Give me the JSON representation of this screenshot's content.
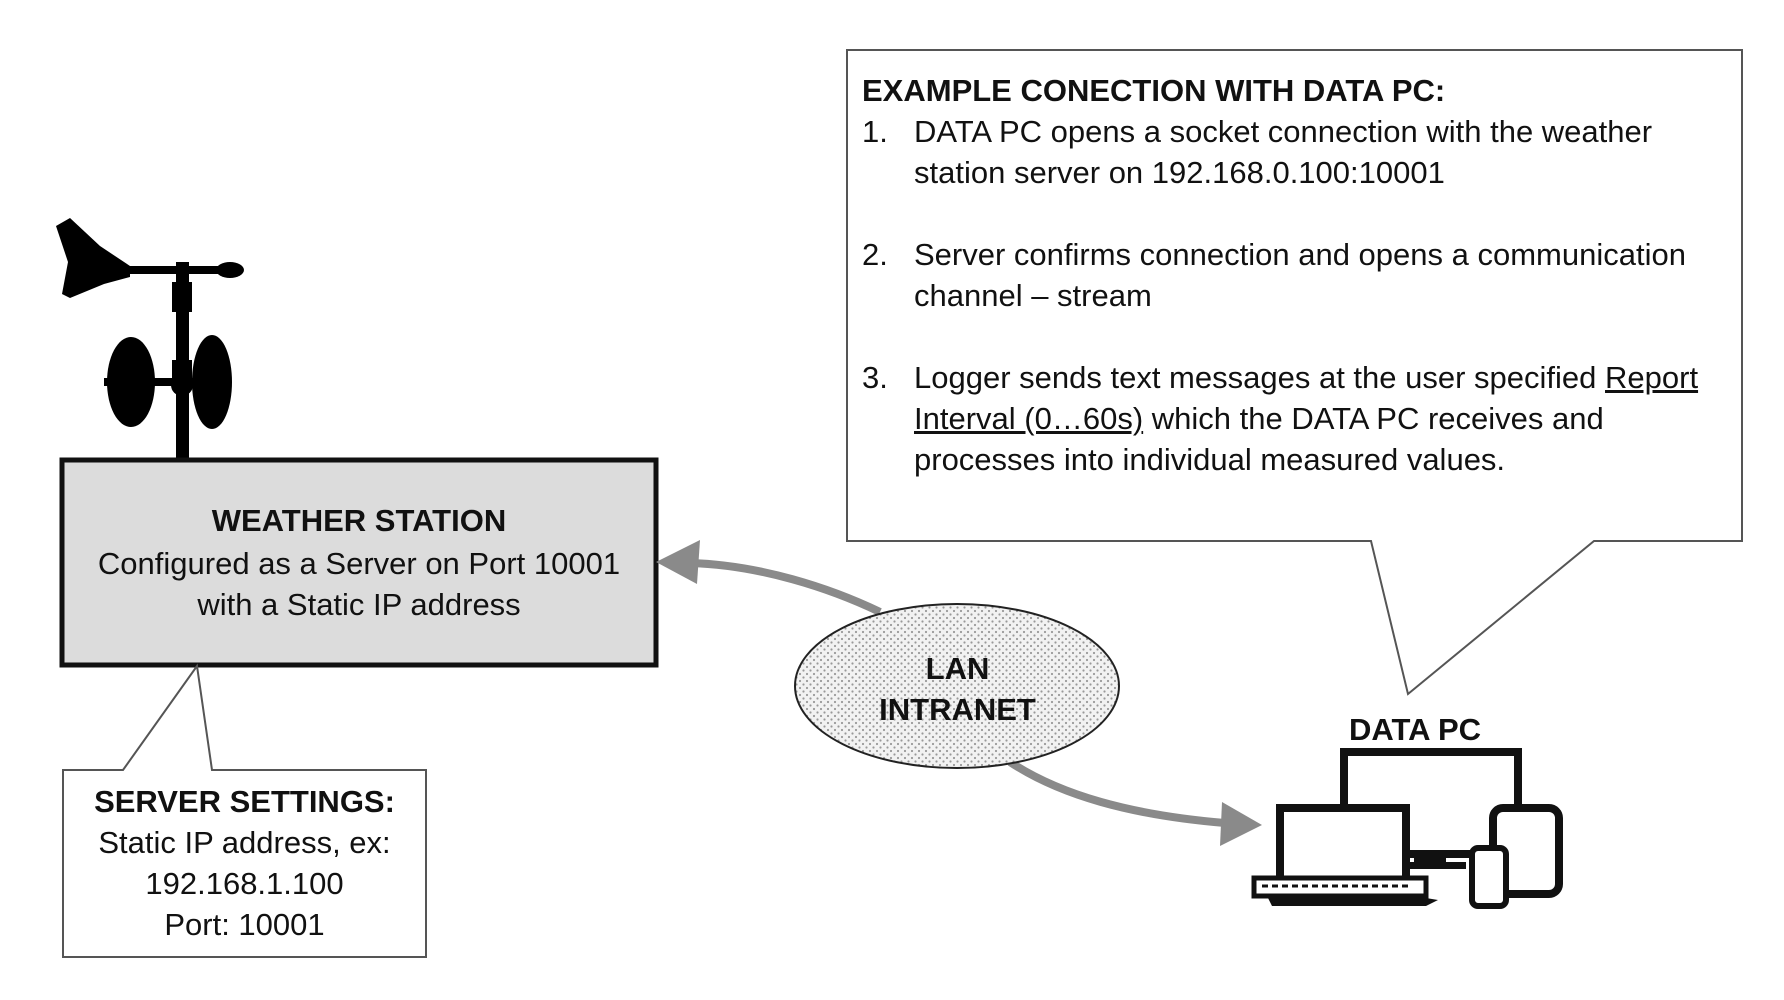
{
  "weather_station": {
    "title": "WEATHER STATION",
    "line1": "Configured as a Server on Port 10001",
    "line2": "with a Static IP address"
  },
  "server_settings": {
    "title": "SERVER SETTINGS:",
    "line1": "Static IP address, ex:",
    "line2": "192.168.1.100",
    "line3": "Port: 10001"
  },
  "network": {
    "line1": "LAN",
    "line2": "INTRANET"
  },
  "data_pc": {
    "label": "DATA PC"
  },
  "example": {
    "title": "EXAMPLE CONECTION WITH DATA PC:",
    "steps": [
      {
        "num": "1.",
        "text": "DATA PC opens a socket connection with the weather station server on 192.168.0.100:10001"
      },
      {
        "num": "2.",
        "text": "Server confirms connection and opens a communication channel – stream"
      },
      {
        "num": "3.",
        "pre": "Logger sends text messages at the user specified ",
        "link": "Report Interval (0…60s)",
        "post": " which the DATA PC receives and processes into individual measured values."
      }
    ]
  },
  "colors": {
    "station_fill": "#dcdcdc",
    "arrow": "#8a8a8a",
    "outline": "#111111"
  }
}
